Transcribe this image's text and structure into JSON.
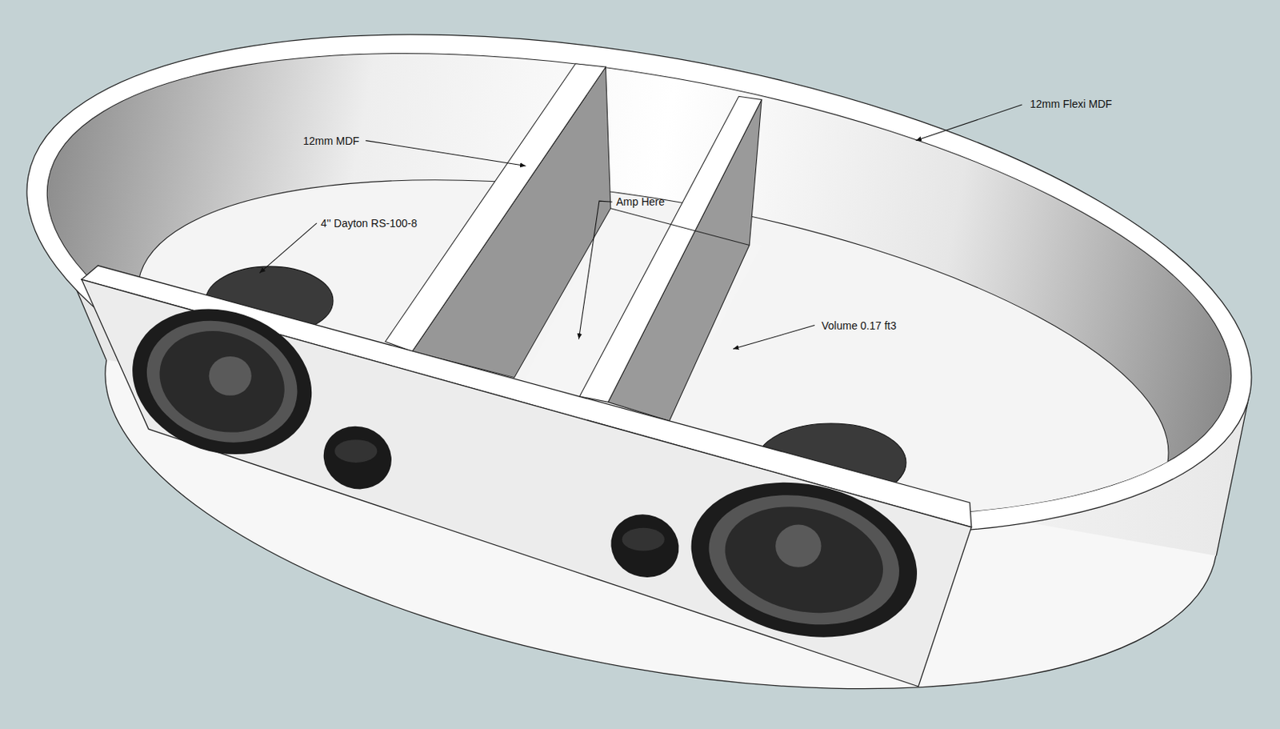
{
  "diagram": {
    "labels": [
      "12mm Flexi MDF",
      "12mm MDF",
      "Amp Here",
      "4'' Dayton RS-100-8",
      "Volume 0.17 ft3"
    ]
  }
}
